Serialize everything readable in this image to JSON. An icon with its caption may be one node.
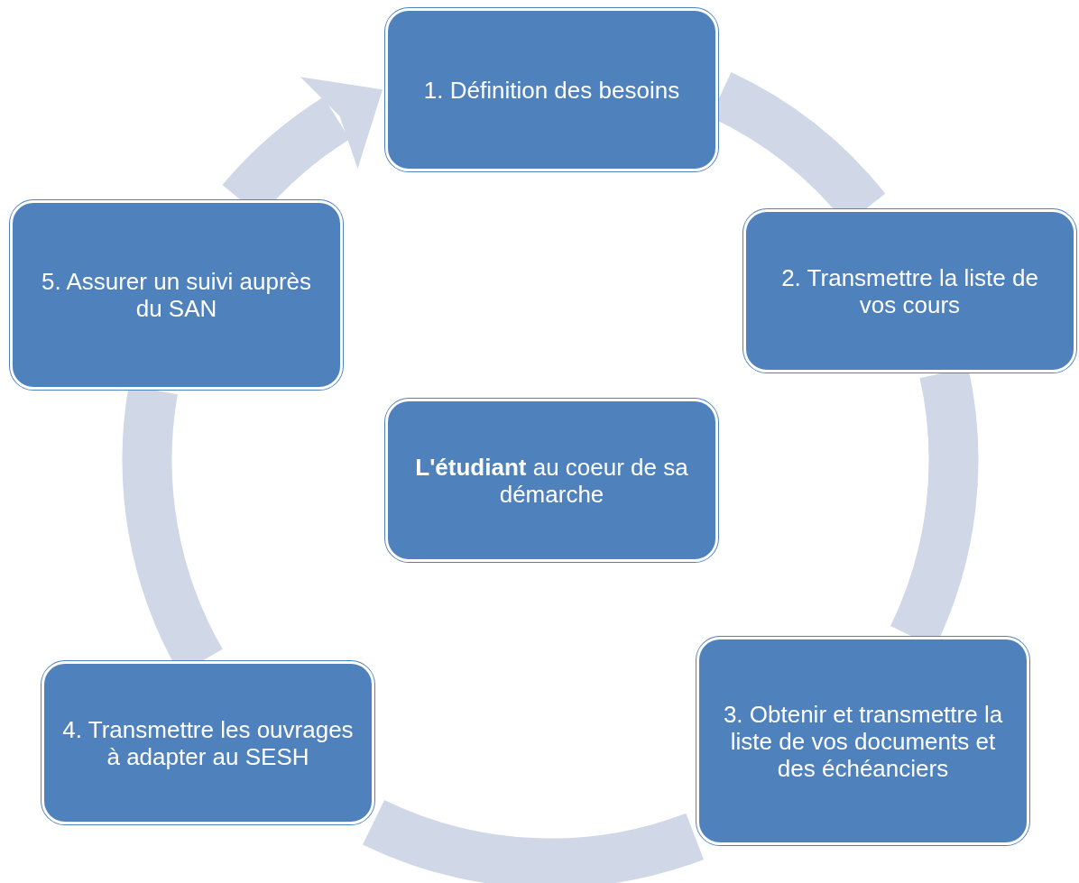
{
  "diagram": {
    "nodes": [
      {
        "text": [
          "1. Définition des besoins"
        ]
      },
      {
        "text": [
          "2. Transmettre la liste de vos cours"
        ]
      },
      {
        "text": [
          "3. Obtenir et transmettre la liste de vos documents et des échéanciers"
        ]
      },
      {
        "text": [
          "4. Transmettre les ouvrages à adapter au SESH"
        ]
      },
      {
        "text": [
          "5. Assurer un suivi auprès du SAN"
        ]
      },
      {
        "text": [
          "**L'étudiant** au coeur de sa démarche"
        ]
      }
    ],
    "edges": [
      {
        "from": 0,
        "to": 1,
        "arrow": "none"
      },
      {
        "from": 1,
        "to": 2,
        "arrow": "none"
      },
      {
        "from": 2,
        "to": 3,
        "arrow": "none"
      },
      {
        "from": 3,
        "to": 4,
        "arrow": "none"
      },
      {
        "from": 4,
        "to": 0,
        "arrow": "to"
      }
    ]
  }
}
